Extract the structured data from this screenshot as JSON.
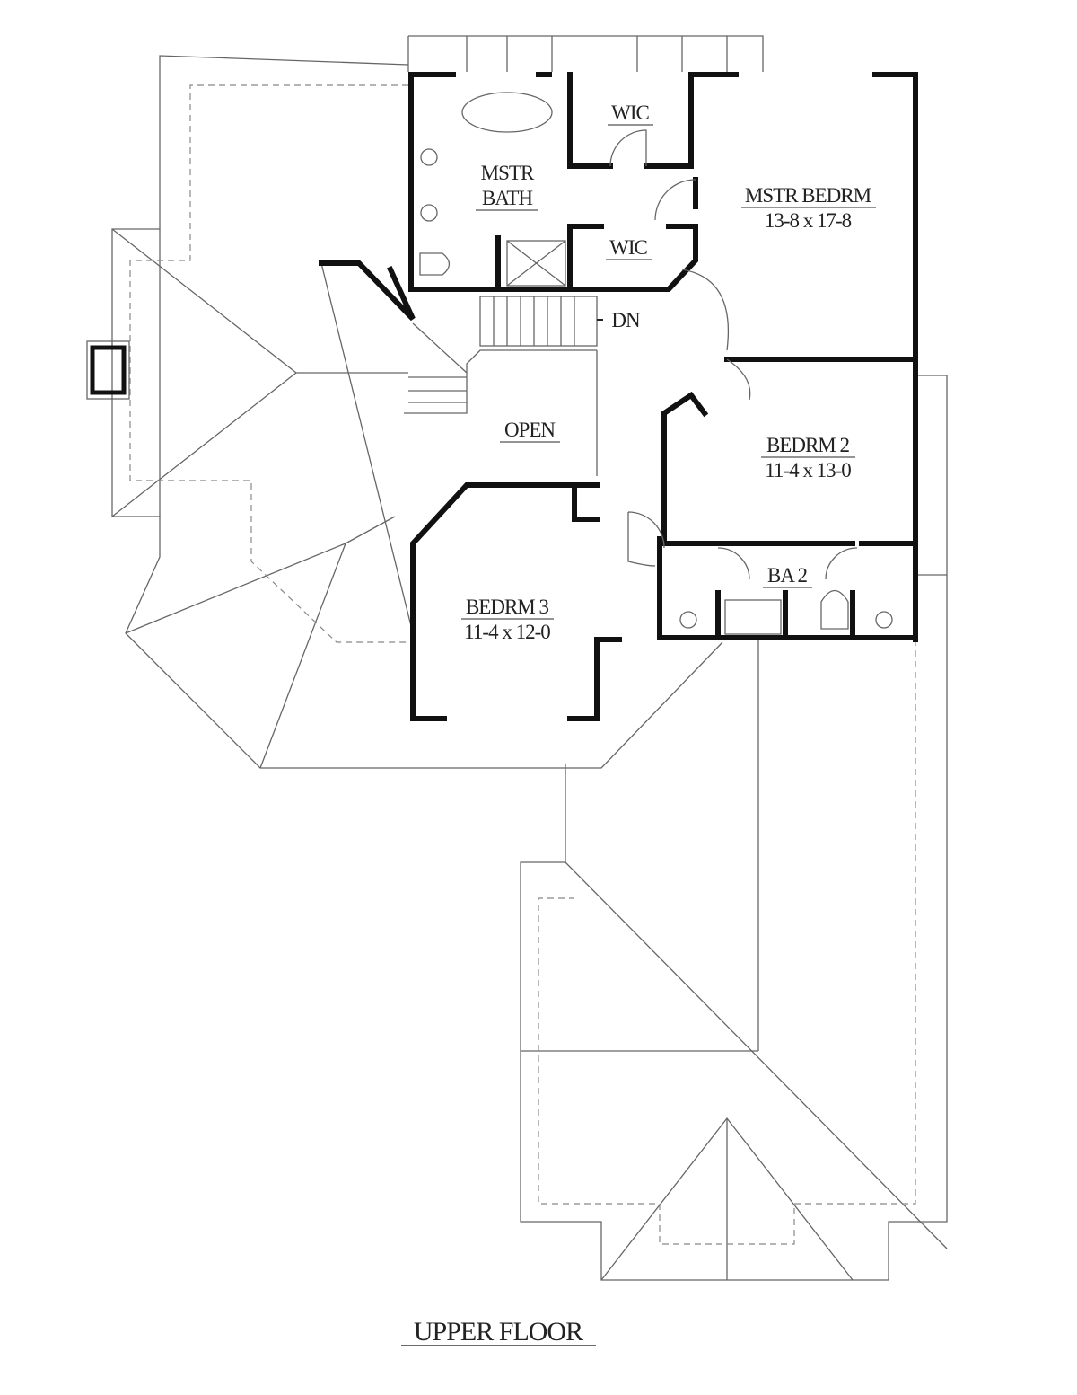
{
  "plan": {
    "title": "UPPER FLOOR",
    "rooms": {
      "mstr_bath": {
        "line1": "MSTR",
        "line2": "BATH"
      },
      "wic_upper": {
        "name": "WIC"
      },
      "wic_lower": {
        "name": "WIC"
      },
      "mstr_bedrm": {
        "name": "MSTR BEDRM",
        "size": "13-8 x 17-8"
      },
      "open": {
        "name": "OPEN"
      },
      "bedrm2": {
        "name": "BEDRM 2",
        "size": "11-4 x 13-0"
      },
      "ba2": {
        "name": "BA 2"
      },
      "bedrm3": {
        "name": "BEDRM 3",
        "size": "11-4 x 12-0"
      }
    },
    "stair_label": "DN"
  }
}
